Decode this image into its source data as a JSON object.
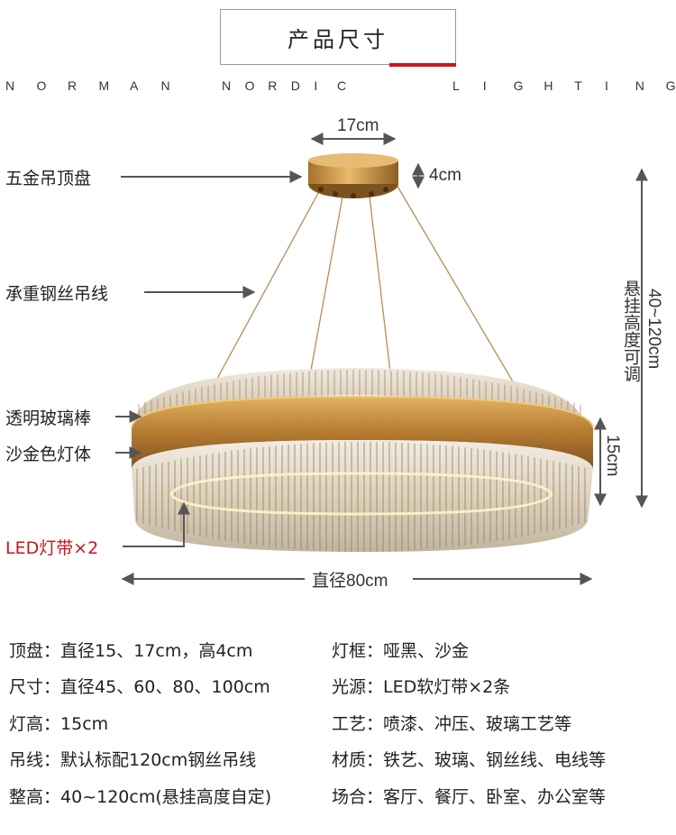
{
  "title": "产品尺寸",
  "brand_words": [
    "NORMAN",
    "NORDIC",
    "LIGHTING"
  ],
  "callouts": {
    "canopy": "五金吊顶盘",
    "wire": "承重钢丝吊线",
    "glass": "透明玻璃棒",
    "body": "沙金色灯体",
    "led": "LED灯带×2"
  },
  "dimensions": {
    "canopy_width": "17cm",
    "canopy_height": "4cm",
    "hang_height": "40~120cm",
    "hang_note": "悬挂高度可调",
    "ring_height": "15cm",
    "diameter": "直径80cm"
  },
  "specs_left": [
    {
      "label": "顶盘：",
      "value": "直径15、17cm，高4cm"
    },
    {
      "label": "尺寸：",
      "value": "直径45、60、80、100cm"
    },
    {
      "label": "灯高：",
      "value": "15cm"
    },
    {
      "label": "吊线：",
      "value": "默认标配120cm钢丝吊线"
    },
    {
      "label": "整高：",
      "value": "40~120cm(悬挂高度自定)"
    }
  ],
  "specs_right": [
    {
      "label": "灯框：",
      "value": "哑黑、沙金"
    },
    {
      "label": "光源：",
      "value": "LED软灯带×2条"
    },
    {
      "label": "工艺：",
      "value": "喷漆、冲压、玻璃工艺等"
    },
    {
      "label": "材质：",
      "value": "铁艺、玻璃、钢丝线、电线等"
    },
    {
      "label": "场合：",
      "value": "客厅、餐厅、卧室、办公室等"
    }
  ],
  "colors": {
    "accent_red": "#c9161d",
    "gold": "#c08a3a",
    "arrow_gray": "#555555"
  }
}
